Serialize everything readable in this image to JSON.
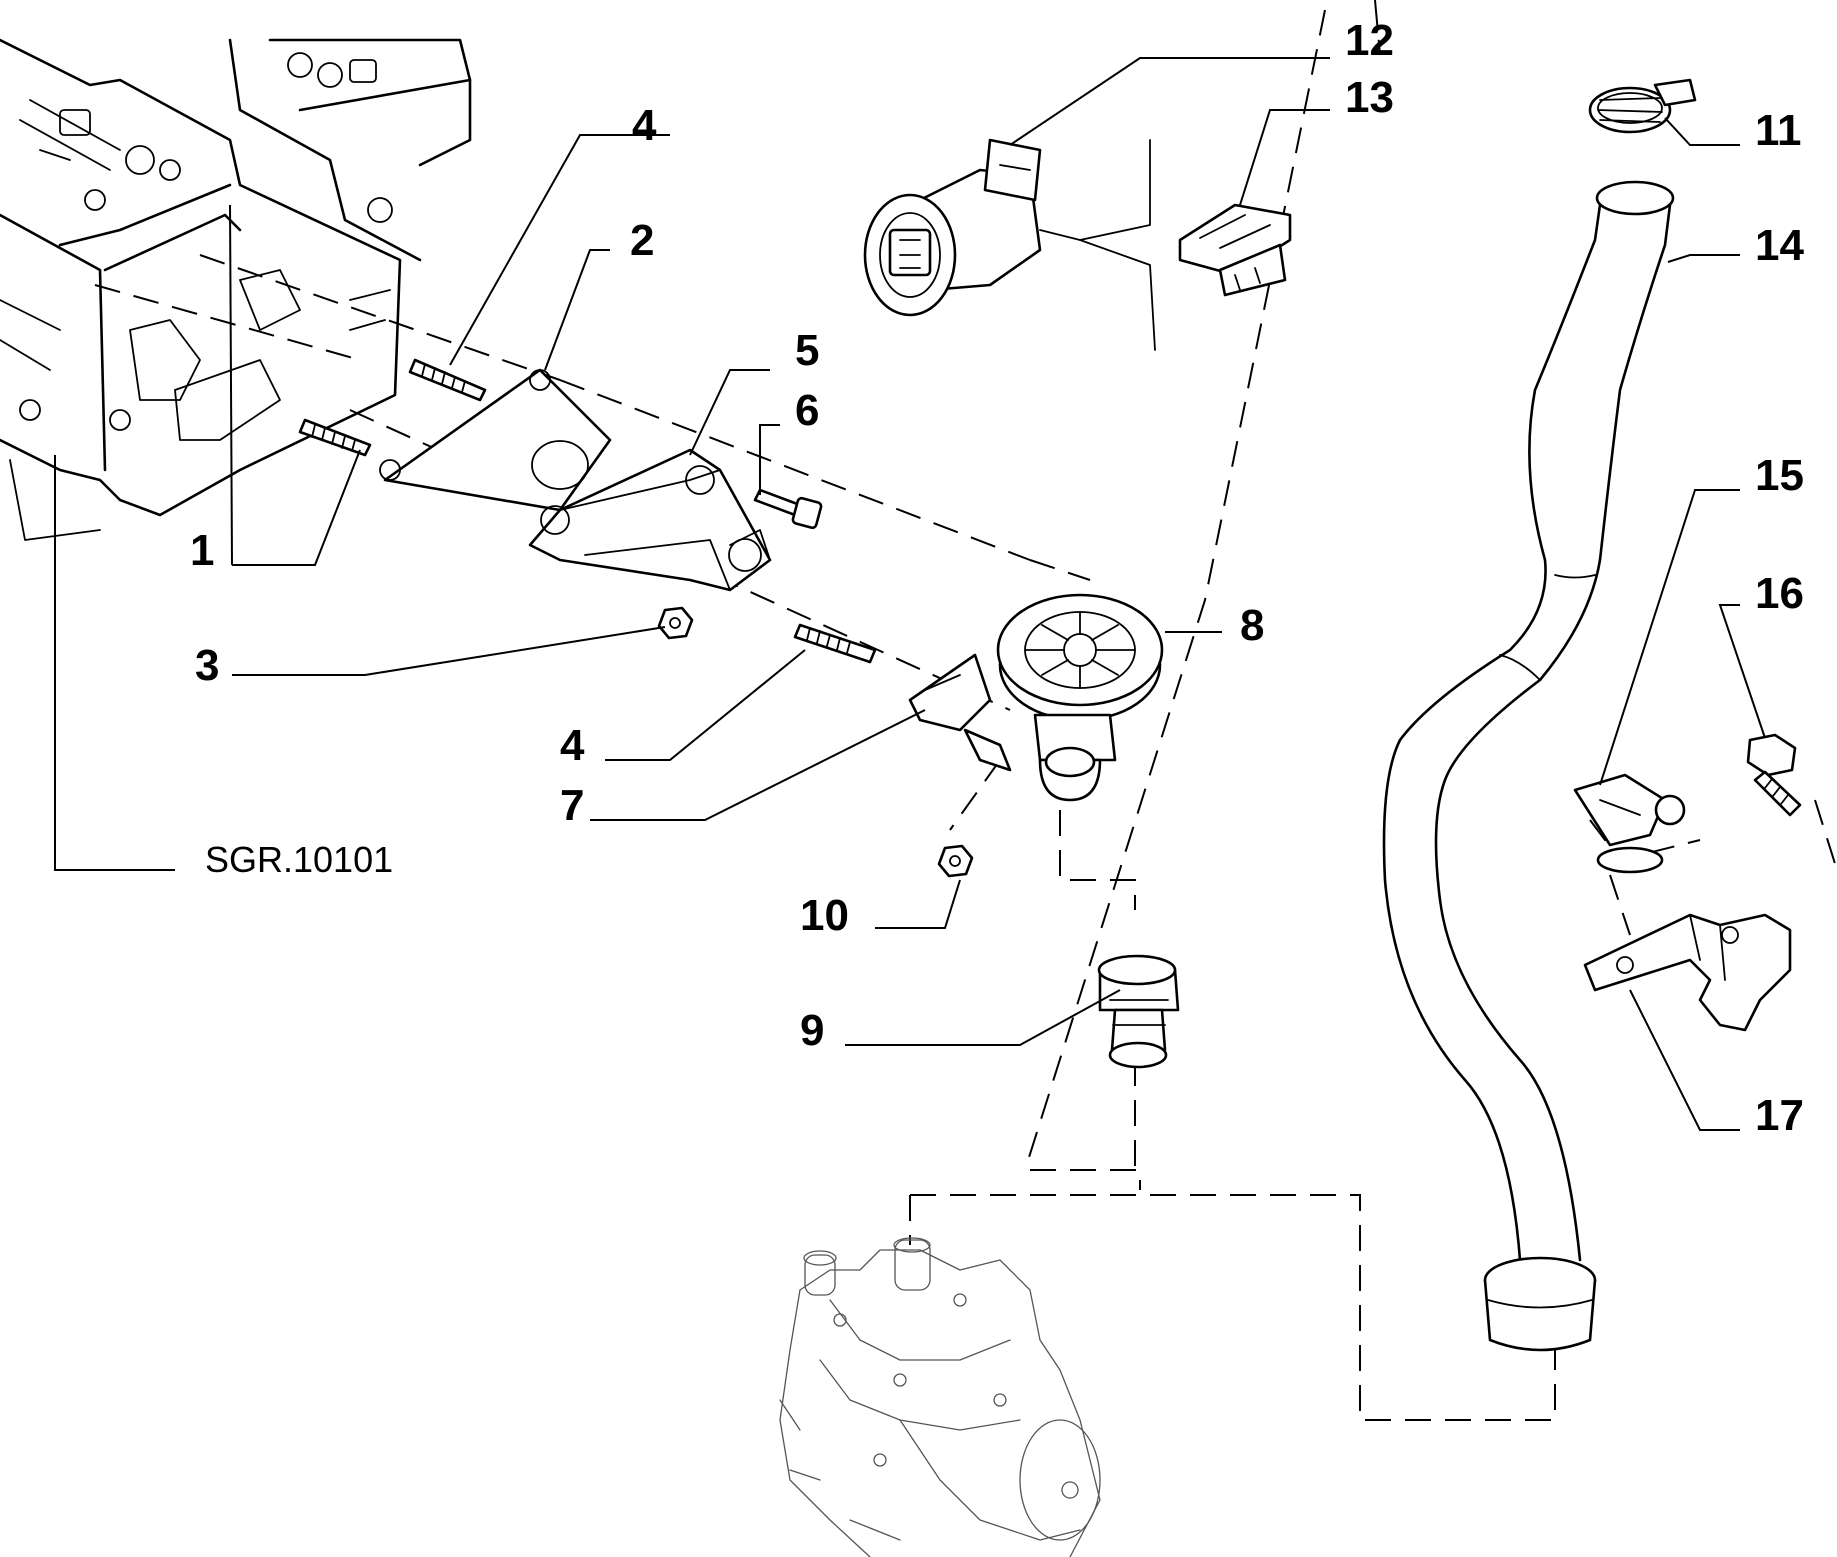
{
  "callouts": {
    "c1": "1",
    "c2": "2",
    "c3": "3",
    "c4a": "4",
    "c4b": "4",
    "c5": "5",
    "c6": "6",
    "c7": "7",
    "c8": "8",
    "c9": "9",
    "c10": "10",
    "c11": "11",
    "c12": "12",
    "c13": "13",
    "c14": "14",
    "c15": "15",
    "c16": "16",
    "c17": "17"
  },
  "reference": {
    "label": "SGR.10101"
  }
}
